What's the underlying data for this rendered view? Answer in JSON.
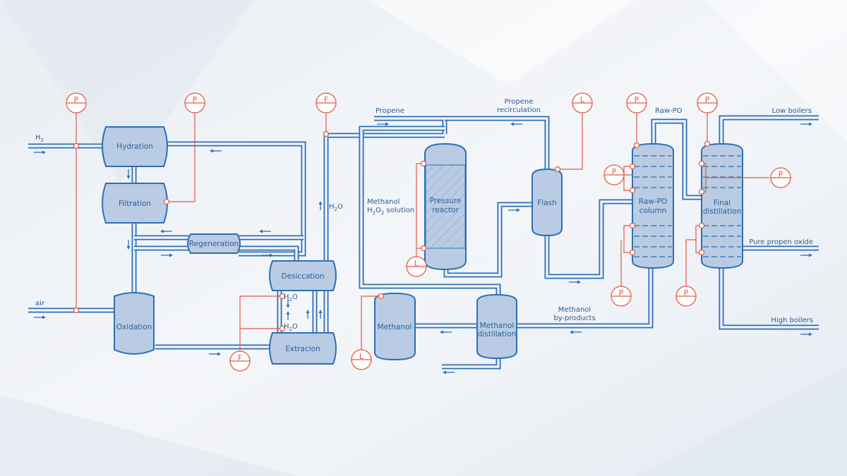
{
  "colors": {
    "pipe": "#2e6fb5",
    "vessel_fill": "#b9cce3",
    "instrument": "#e25a45",
    "background": "#f1f4f8"
  },
  "units": {
    "hydration": "Hydration",
    "filtration": "Filtration",
    "regeneration": "Regeneration",
    "oxidation": "Oxidation",
    "desiccation": "Desiccation",
    "extracion": "Extracion",
    "pressure_reactor": [
      "Pressure",
      "reactor"
    ],
    "flash": "Flash",
    "raw_po_column": [
      "Raw-PO",
      "column"
    ],
    "final_distillation": [
      "Final",
      "distillation"
    ],
    "methanol": "Methanol",
    "methanol_distillation": [
      "Methanol",
      "distillation"
    ]
  },
  "streams": {
    "h2": "H",
    "h2_sub": "2",
    "air": "air",
    "propene": "Propene",
    "propene_recirculation": [
      "Propene",
      "recirculation"
    ],
    "raw_po": "Raw-PO",
    "low_boilers": "Low boilers",
    "pure_propen_oxide": "Pure propen oxide",
    "high_boilers": "High boilers",
    "methanol_byproducts": [
      "Methanol",
      "by-products"
    ],
    "methanol_h2o2": {
      "line1": "Methanol",
      "h": "H",
      "sub2a": "2",
      "o": "O",
      "sub2b": "2",
      "rest": " solution"
    },
    "water": {
      "h": "H",
      "sub": "2",
      "o": "O"
    }
  },
  "instruments": {
    "pressure": "P",
    "flow": "F",
    "level": "L"
  }
}
